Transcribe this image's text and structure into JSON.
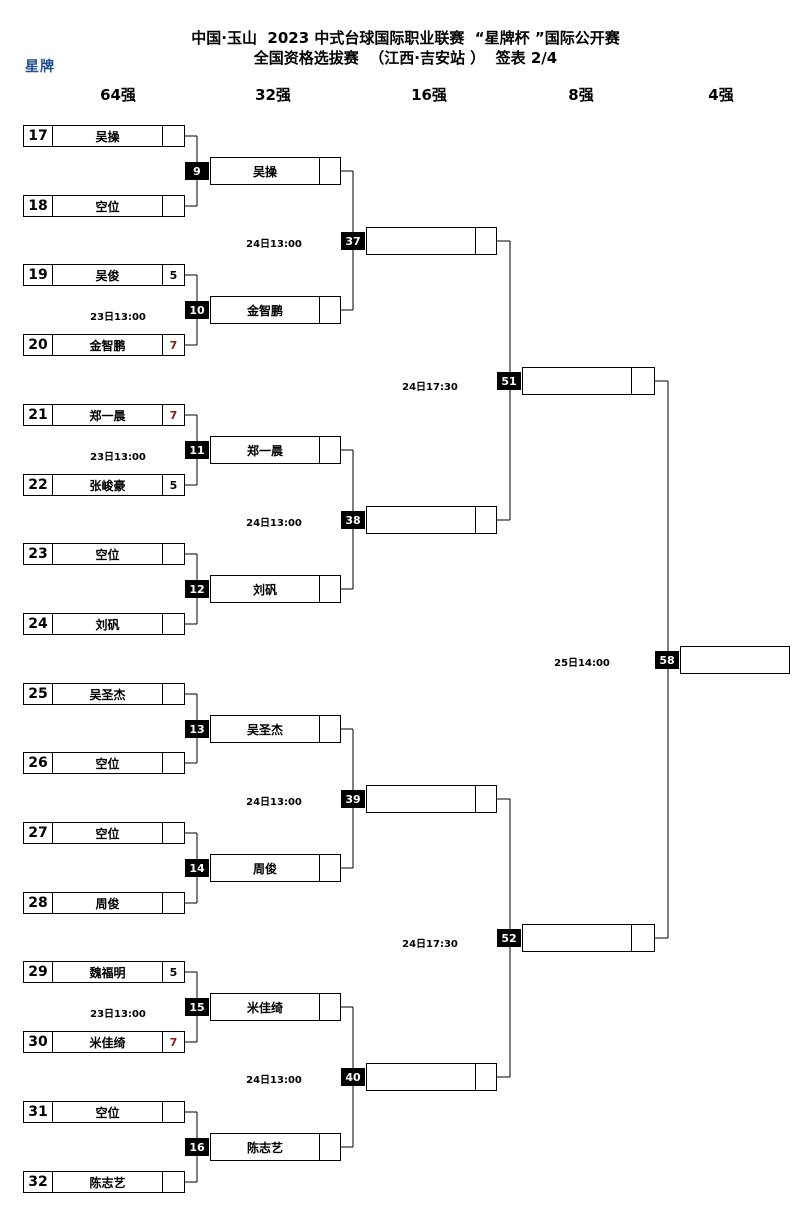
{
  "header": {
    "line1": "中国·玉山  2023 中式台球国际职业联赛  “星牌杯 ”国际公开赛",
    "line2": "全国资格选拔赛  （江西·吉安站 ）  签表 2/4",
    "logo": "星牌"
  },
  "rounds": [
    "64强",
    "32强",
    "16强",
    "8强",
    "4强"
  ],
  "r64": [
    {
      "seed": "17",
      "name": "吴操",
      "score": ""
    },
    {
      "seed": "18",
      "name": "空位",
      "score": ""
    },
    {
      "seed": "19",
      "name": "吴俊",
      "score": "5"
    },
    {
      "seed": "20",
      "name": "金智鹏",
      "score": "7"
    },
    {
      "seed": "21",
      "name": "郑一晨",
      "score": "7"
    },
    {
      "seed": "22",
      "name": "张峻豪",
      "score": "5"
    },
    {
      "seed": "23",
      "name": "空位",
      "score": ""
    },
    {
      "seed": "24",
      "name": "刘矾",
      "score": ""
    },
    {
      "seed": "25",
      "name": "吴圣杰",
      "score": ""
    },
    {
      "seed": "26",
      "name": "空位",
      "score": ""
    },
    {
      "seed": "27",
      "name": "空位",
      "score": ""
    },
    {
      "seed": "28",
      "name": "周俊",
      "score": ""
    },
    {
      "seed": "29",
      "name": "魏福明",
      "score": "5"
    },
    {
      "seed": "30",
      "name": "米佳绮",
      "score": "7"
    },
    {
      "seed": "31",
      "name": "空位",
      "score": ""
    },
    {
      "seed": "32",
      "name": "陈志艺",
      "score": ""
    }
  ],
  "r32": [
    {
      "match": "9",
      "name": "吴操",
      "time": ""
    },
    {
      "match": "10",
      "name": "金智鹏",
      "time": "23日13:00"
    },
    {
      "match": "11",
      "name": "郑一晨",
      "time": "23日13:00"
    },
    {
      "match": "12",
      "name": "刘矾",
      "time": ""
    },
    {
      "match": "13",
      "name": "吴圣杰",
      "time": ""
    },
    {
      "match": "14",
      "name": "周俊",
      "time": ""
    },
    {
      "match": "15",
      "name": "米佳绮",
      "time": "23日13:00"
    },
    {
      "match": "16",
      "name": "陈志艺",
      "time": ""
    }
  ],
  "r16": [
    {
      "match": "37",
      "name": "",
      "time": "24日13:00"
    },
    {
      "match": "38",
      "name": "",
      "time": "24日13:00"
    },
    {
      "match": "39",
      "name": "",
      "time": "24日13:00"
    },
    {
      "match": "40",
      "name": "",
      "time": "24日13:00"
    }
  ],
  "r8": [
    {
      "match": "51",
      "name": "",
      "time": "24日17:30"
    },
    {
      "match": "52",
      "name": "",
      "time": "24日17:30"
    }
  ],
  "r4": [
    {
      "match": "58",
      "name": "",
      "time": "25日14:00"
    }
  ]
}
